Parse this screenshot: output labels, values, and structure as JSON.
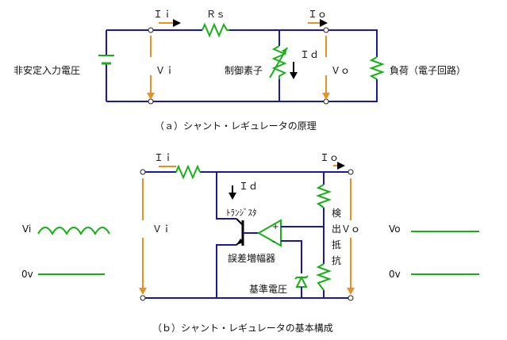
{
  "colors": {
    "wire": "#1a1aa0",
    "component": "#18b018",
    "voltage_arrow": "#e89020",
    "current_arrow": "#000000"
  },
  "diagram_a": {
    "caption": "（ａ）シャント・レギュレータの原理",
    "label_ii": "Ｉｉ",
    "label_rs": "Ｒｓ",
    "label_io": "Ｉｏ",
    "label_id": "Ｉｄ",
    "label_vi": "Ｖｉ",
    "label_vo": "Ｖｏ",
    "label_source": "非安定入力電圧",
    "label_control": "制御素子",
    "label_load": "負荷（電子回路）"
  },
  "diagram_b": {
    "caption": "（ｂ）シャント・レギュレータの基本構成",
    "label_ii": "Ｉｉ",
    "label_io": "Ｉｏ",
    "label_id": "Ｉｄ",
    "label_vi": "Ｖｉ",
    "label_vo": "Ｖｏ",
    "label_transistor": "ﾄﾗﾝｼﾞｽﾀ",
    "label_amp": "誤差増幅器",
    "label_ref": "基準電圧",
    "label_detect_1": "検",
    "label_detect_2": "出",
    "label_detect_3": "抵",
    "label_detect_4": "抗",
    "amp_plus": "+",
    "amp_minus": "-",
    "wave_in_label": "Vi",
    "wave_in_zero": "0v",
    "wave_out_label": "Vo",
    "wave_out_zero": "0v"
  }
}
